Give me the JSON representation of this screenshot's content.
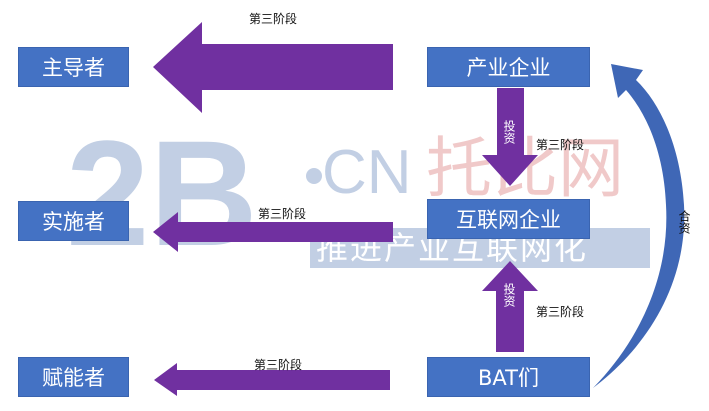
{
  "boxes": {
    "leader": "主导者",
    "implementer": "实施者",
    "empowerer": "赋能者",
    "industry_enterprise": "产业企业",
    "internet_enterprise": "互联网企业",
    "bat": "BAT们"
  },
  "labels": {
    "stage_top": "第三阶段",
    "stage_middle": "第三阶段",
    "stage_bottom": "第三阶段",
    "stage_vertical_top": "第三阶段",
    "stage_vertical_bottom": "第三阶段",
    "invest_top": "投资",
    "invest_bottom": "投资",
    "cooperate": "合资"
  },
  "watermark": {
    "site_prefix": "2B",
    "site_suffix": "CN",
    "brand": "托比网",
    "slogan": "推进产业互联网化"
  },
  "colors": {
    "box_fill": "#4472c4",
    "arrow_purple": "#7030a0",
    "curved_arrow": "#3f67b6",
    "watermark_blue": "#c2cfe4",
    "watermark_red": "#f0c9c9"
  }
}
